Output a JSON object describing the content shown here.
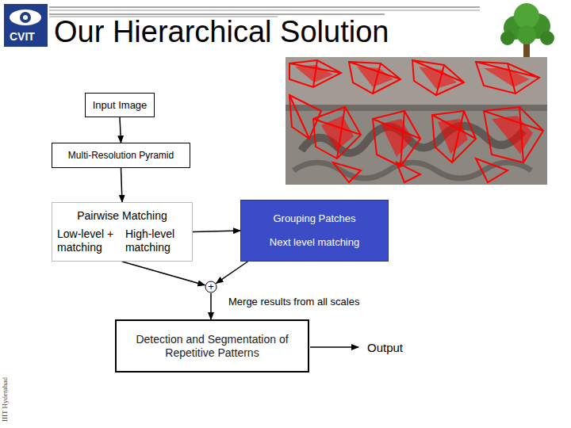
{
  "diagram": {
    "title": "Our Hierarchical Solution",
    "nodes": [
      {
        "text": [
          "Input Image"
        ]
      },
      {
        "text": [
          "Multi-Resolution Pyramid"
        ]
      },
      {
        "text": [
          "Pairwise Matching",
          "Low-level + matching",
          "High-level matching"
        ]
      },
      {
        "text": [
          "Grouping Patches",
          "Next level matching"
        ]
      },
      {
        "text": [
          "+"
        ]
      },
      {
        "text": [
          "Detection and Segmentation of Repetitive Patterns"
        ]
      }
    ],
    "edges": [
      {
        "from": 0,
        "to": 1,
        "arrow": "to"
      },
      {
        "from": 1,
        "to": 2,
        "arrow": "to"
      },
      {
        "from": 2,
        "to": 3,
        "arrow": "to"
      },
      {
        "from": 2,
        "to": 4,
        "arrow": "to"
      },
      {
        "from": 3,
        "to": 4,
        "arrow": "to"
      },
      {
        "from": 4,
        "to": 5,
        "arrow": "to"
      }
    ],
    "labels": [
      "Merge results from all scales",
      "Output",
      "CVIT",
      "IIIT Hyderabad"
    ]
  }
}
